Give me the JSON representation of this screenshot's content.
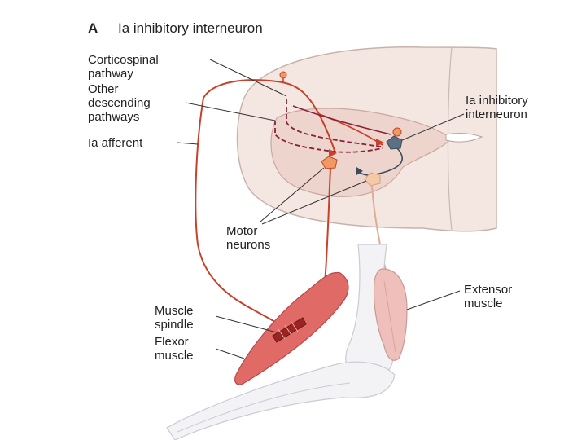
{
  "figure": {
    "panel_letter": "A",
    "title": "Ia inhibitory interneuron",
    "labels": {
      "corticospinal": [
        "Corticospinal",
        "pathway"
      ],
      "other_descending": [
        "Other",
        "descending",
        "pathways"
      ],
      "ia_afferent": [
        "Ia afferent"
      ],
      "ia_interneuron": [
        "Ia inhibitory",
        "interneuron"
      ],
      "motor_neurons": [
        "Motor",
        "neurons"
      ],
      "extensor": [
        "Extensor",
        "muscle"
      ],
      "muscle_spindle": [
        "Muscle",
        "spindle"
      ],
      "flexor": [
        "Flexor",
        "muscle"
      ]
    },
    "colors": {
      "cord": "#f4e7e2",
      "gray_matter": "#edd4cc",
      "afferent": "#c8412a",
      "descending": "#8b1f3b",
      "flexor": "#e06a66",
      "extensor": "#efc0bb",
      "bone": "#f3f3f6",
      "interneuron": "#5c7085",
      "motor_neuron": "#ef9a62"
    }
  }
}
